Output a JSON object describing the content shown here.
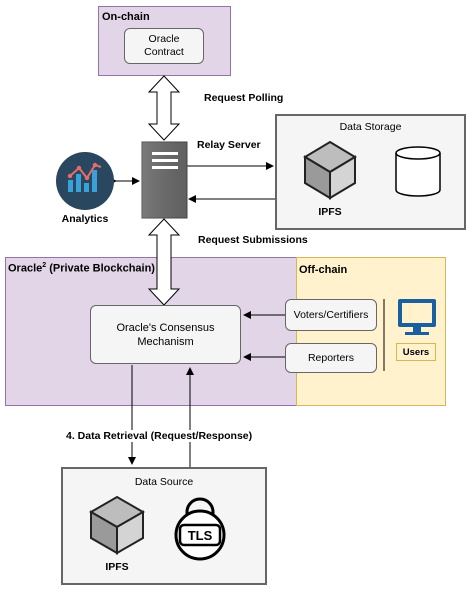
{
  "onchain": {
    "title": "On-chain",
    "contract": "Oracle\nContract"
  },
  "labels": {
    "request_polling": "Request Polling",
    "relay_server": "Relay Server",
    "request_submissions": "Request Submissions",
    "data_retrieval": "4. Data Retrieval (Request/Response)"
  },
  "analytics": {
    "label": "Analytics"
  },
  "data_storage": {
    "title": "Data Storage",
    "ipfs": "IPFS"
  },
  "private_chain": {
    "title_prefix": "Oracle",
    "title_sup": "2",
    "title_suffix": " (Private Blockchain)",
    "consensus": "Oracle's Consensus\nMechanism"
  },
  "offchain": {
    "title": "Off-chain",
    "voters": "Voters/Certifiers",
    "reporters": "Reporters",
    "users": "Users"
  },
  "data_source": {
    "title": "Data Source",
    "ipfs": "IPFS",
    "tls": "TLS"
  },
  "colors": {
    "onchain_fill": "#e1d5e7",
    "onchain_stroke": "#9673a6",
    "offchain_fill": "#fff2cc",
    "offchain_stroke": "#d6b656",
    "box_fill": "#f5f5f5",
    "box_stroke": "#666666",
    "monitor": "#1a5fa0",
    "analytics": "#2a4760"
  }
}
